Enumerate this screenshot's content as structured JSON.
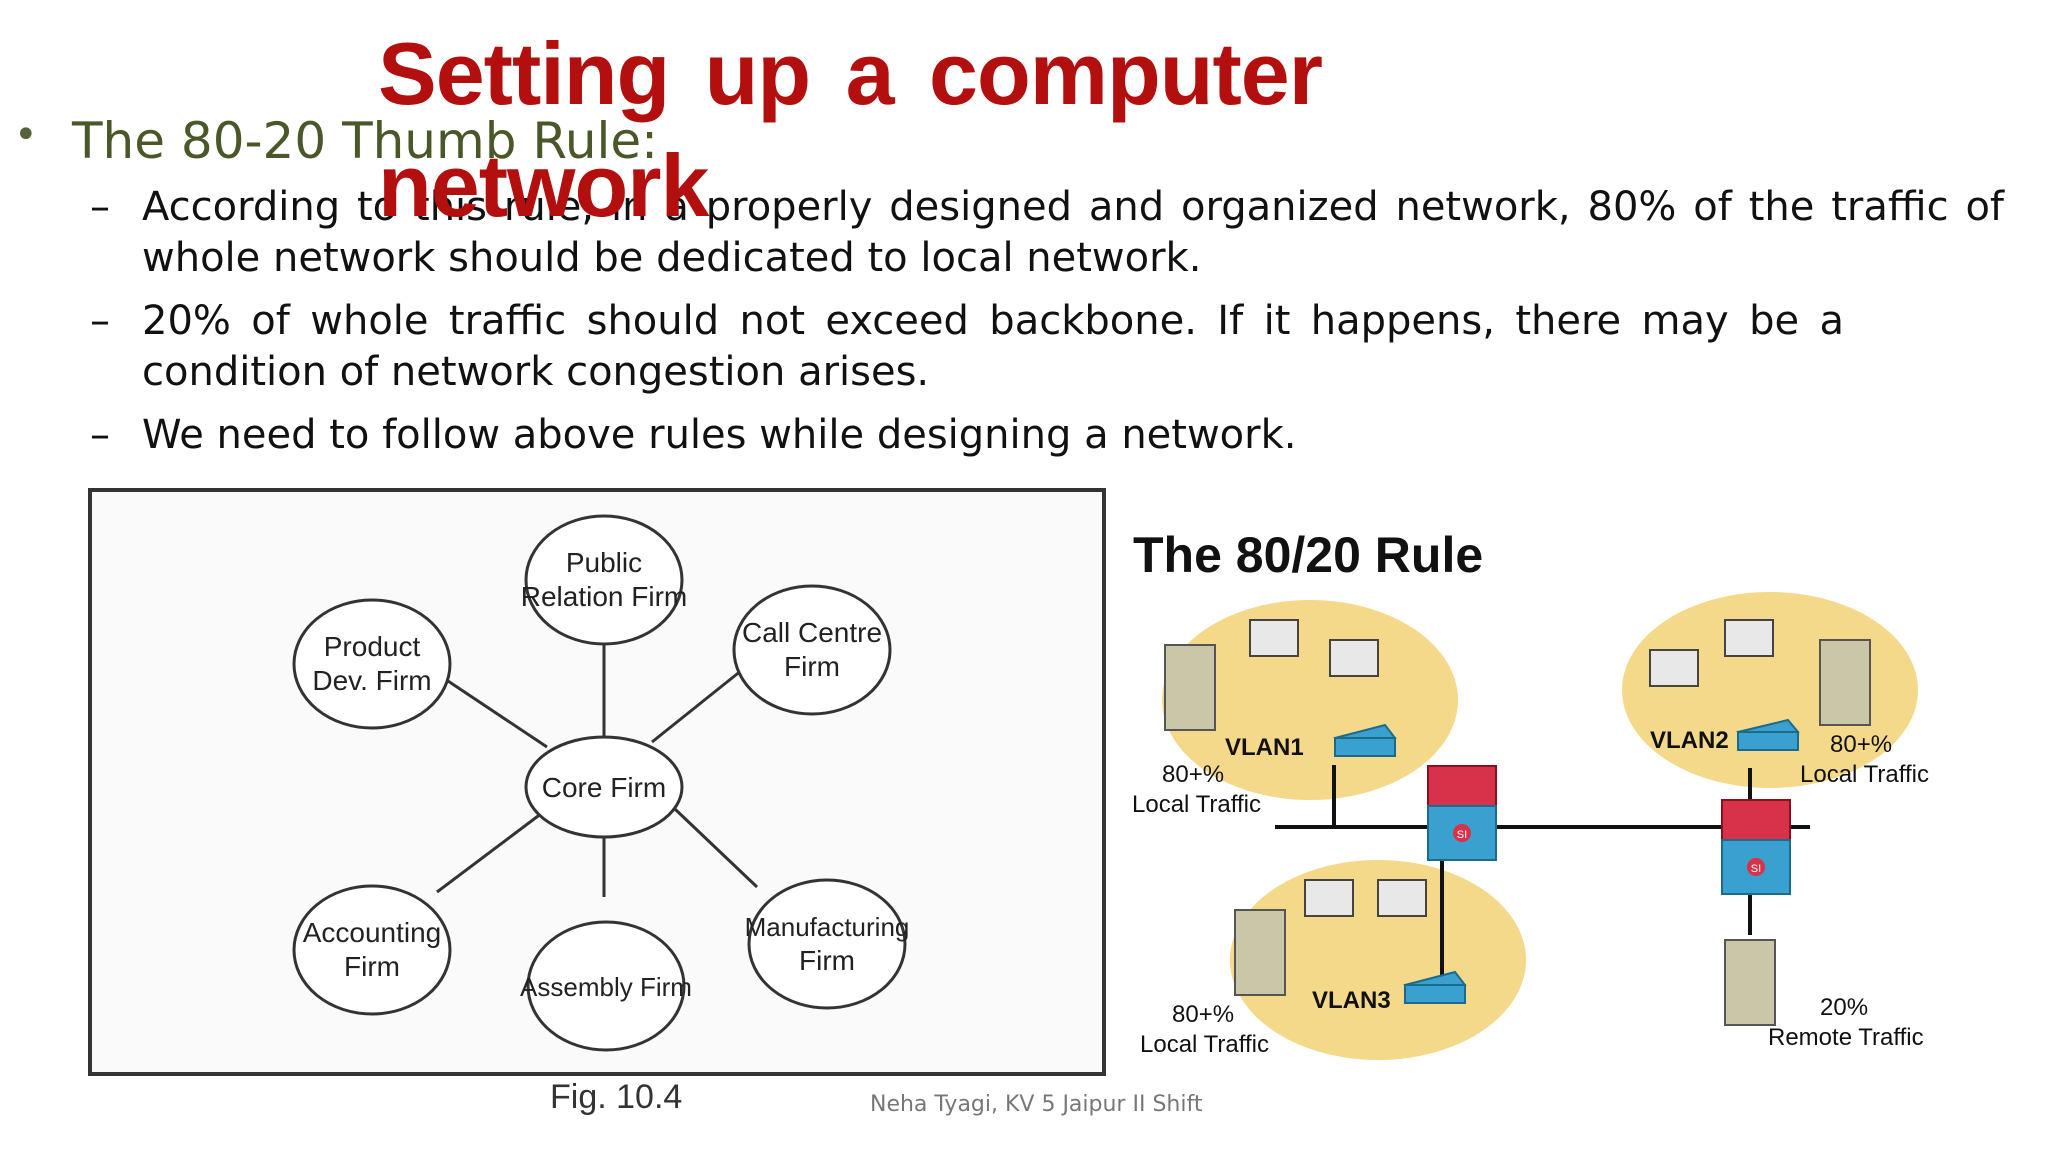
{
  "slide": {
    "title": "Setting up a computer network",
    "bullet": "The 80-20 Thumb Rule:",
    "sub_bullets": [
      "According to this rule, in a properly designed and organized network, 80% of the traffic of whole  network should be dedicated to local network.",
      "20% of whole traffic should not exceed backbone. If it happens, there may be a condition  of  network congestion arises.",
      "We need to follow above rules while designing a network."
    ],
    "dash": "–",
    "footer": "Neha Tyagi, KV 5 Jaipur II Shift"
  },
  "figure_left": {
    "caption": "Fig. 10.4",
    "center_node": "Core Firm",
    "nodes": [
      {
        "line1": "Public",
        "line2": "Relation Firm"
      },
      {
        "line1": "Call Centre",
        "line2": "Firm"
      },
      {
        "line1": "Manufacturing",
        "line2": "Firm"
      },
      {
        "line1": "Assembly Firm",
        "line2": ""
      },
      {
        "line1": "Accounting",
        "line2": "Firm"
      },
      {
        "line1": "Product",
        "line2": "Dev. Firm"
      }
    ]
  },
  "figure_right": {
    "title": "The 80/20 Rule",
    "vlan1": "VLAN1",
    "vlan2": "VLAN2",
    "vlan3": "VLAN3",
    "local_pct": "80+%",
    "local_label": "Local Traffic",
    "remote_pct": "20%",
    "remote_label": "Remote Traffic",
    "switch_label": "SI",
    "colors": {
      "vlan_fill": "#f4d98a",
      "switch_blue": "#3aa0d0",
      "router_red": "#d8324a"
    }
  }
}
